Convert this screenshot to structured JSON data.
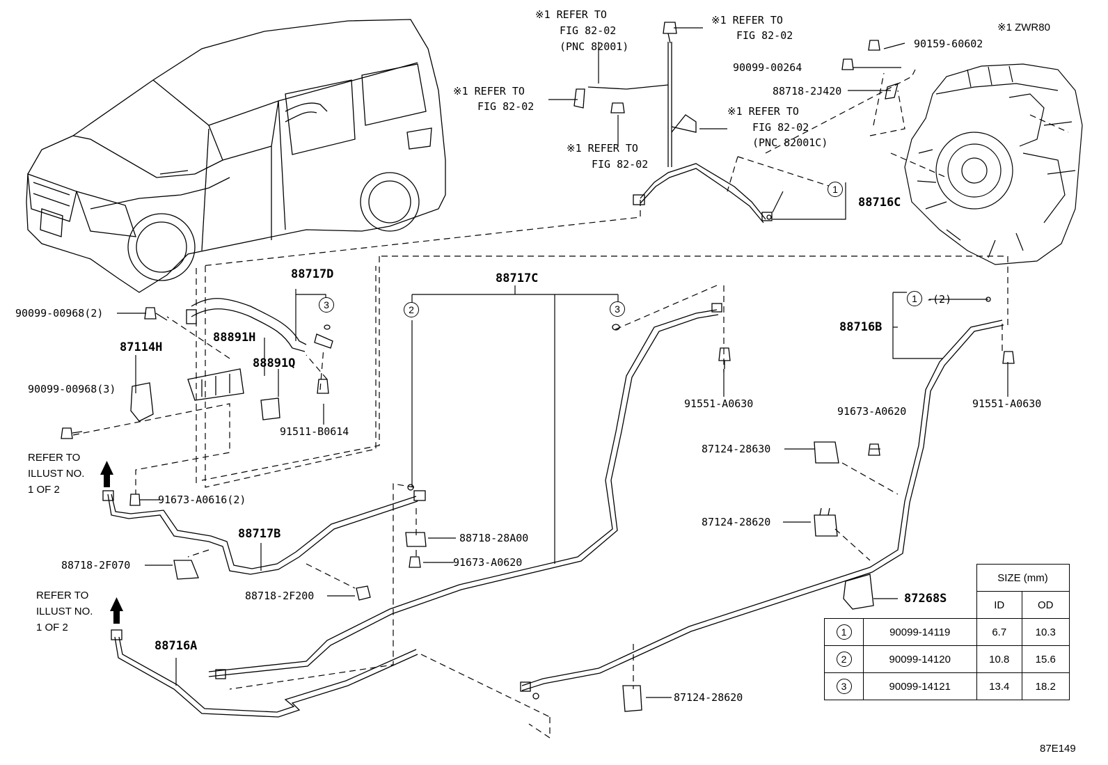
{
  "callouts": {
    "refer_a_1": "※1 REFER TO",
    "refer_a_2": "FIG 82-02",
    "refer_a_3": "(PNC 82001)",
    "refer_b_1": "※1 REFER TO",
    "refer_b_2": "FIG 82-02",
    "refer_c_1": "※1 REFER TO",
    "refer_c_2": "FIG 82-02",
    "refer_d_1": "※1 REFER TO",
    "refer_d_2": "FIG 82-02",
    "refer_d_3": "(PNC 82001C)",
    "refer_e_1": "※1 REFER TO",
    "refer_e_2": "FIG 82-02",
    "zwr80": "※1 ZWR80",
    "illust_1_l1": "REFER TO",
    "illust_1_l2": "ILLUST NO.",
    "illust_1_l3": "1 OF 2",
    "illust_2_l1": "REFER TO",
    "illust_2_l2": "ILLUST NO.",
    "illust_2_l3": "1 OF 2"
  },
  "parts": {
    "p90159_60602": "90159-60602",
    "p90099_00264": "90099-00264",
    "p88718_2J420": "88718-2J420",
    "p88716C": "88716C",
    "p88717D": "88717D",
    "p88717C": "88717C",
    "p88716B": "88716B",
    "p90099_00968_2": "90099-00968(2)",
    "p87114H": "87114H",
    "p88891H": "88891H",
    "p88891Q": "88891Q",
    "p90099_00968_3": "90099-00968(3)",
    "p91511_B0614": "91511-B0614",
    "p91551_A0630_a": "91551-A0630",
    "p91551_A0630_b": "91551-A0630",
    "p91673_A0620_a": "91673-A0620",
    "p87124_28630": "87124-28630",
    "p91673_A0616": "91673-A0616(2)",
    "p87124_28620_a": "87124-28620",
    "p88717B": "88717B",
    "p88718_28A00": "88718-28A00",
    "p91673_A0620_b": "91673-A0620",
    "p88718_2F070": "88718-2F070",
    "p88718_2F200": "88718-2F200",
    "p87268S": "87268S",
    "p88716A": "88716A",
    "p87124_28620_b": "87124-28620",
    "qty_2": "-(2)"
  },
  "circle_markers": {
    "c1_top": "1",
    "c1_right": "1",
    "c2": "2",
    "c3_left": "3",
    "c3_right": "3"
  },
  "size_table": {
    "header": "SIZE (mm)",
    "col_id": "ID",
    "col_od": "OD",
    "rows": [
      {
        "mark": "1",
        "part": "90099-14119",
        "id": "6.7",
        "od": "10.3"
      },
      {
        "mark": "2",
        "part": "90099-14120",
        "id": "10.8",
        "od": "15.6"
      },
      {
        "mark": "3",
        "part": "90099-14121",
        "id": "13.4",
        "od": "18.2"
      }
    ]
  },
  "figure_code": "87E149"
}
